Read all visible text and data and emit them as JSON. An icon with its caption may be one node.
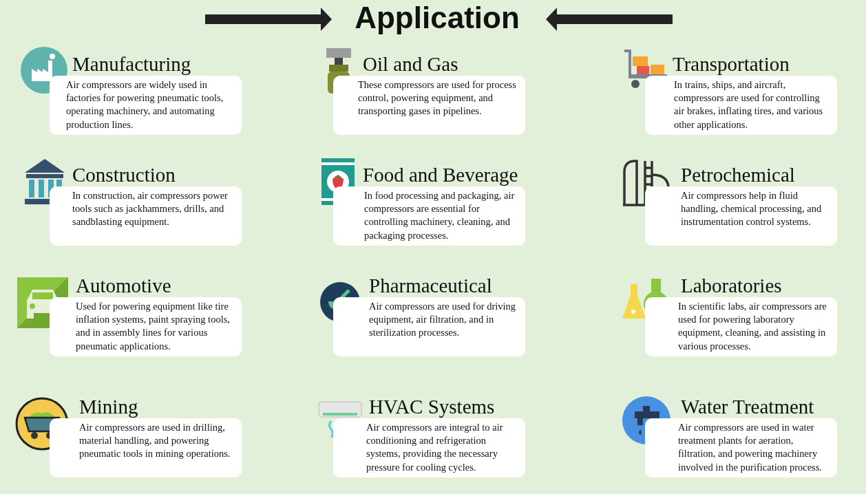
{
  "diagram": {
    "title": "Application",
    "nodes": [
      {
        "text": [
          "Manufacturing",
          "Air compressors are widely used in factories for powering pneumatic tools, operating machinery, and automating production lines."
        ]
      },
      {
        "text": [
          "Oil and Gas",
          "These compressors are used for process control, powering equipment, and transporting gases in pipelines."
        ]
      },
      {
        "text": [
          "Transportation",
          "In trains, ships, and aircraft, compressors are used for controlling air brakes, inflating tires, and various other applications."
        ]
      },
      {
        "text": [
          "Construction",
          "In construction, air compressors power tools such as jackhammers, drills, and sandblasting equipment."
        ]
      },
      {
        "text": [
          "Food and Beverage",
          "In food processing and packaging, air compressors are essential for controlling machinery, cleaning, and packaging processes."
        ]
      },
      {
        "text": [
          "Petrochemical",
          "Air compressors help in fluid handling, chemical processing, and instrumentation control systems."
        ]
      },
      {
        "text": [
          "Automotive",
          "Used for powering equipment like tire inflation systems, paint spraying tools, and in assembly lines for various pneumatic applications."
        ]
      },
      {
        "text": [
          "Pharmaceutical",
          "Air compressors are used for driving equipment, air filtration, and in sterilization processes."
        ]
      },
      {
        "text": [
          "Laboratories",
          "In scientific labs, air compressors are used for powering laboratory equipment, cleaning, and assisting in various processes."
        ]
      },
      {
        "text": [
          "Mining",
          "Air compressors are used in drilling, material handling, and powering pneumatic tools in mining operations."
        ]
      },
      {
        "text": [
          "HVAC Systems",
          "Air compressors are integral to air conditioning and refrigeration systems, providing the necessary pressure for cooling cycles."
        ]
      },
      {
        "text": [
          "Water Treatment",
          "Air compressors are used in water treatment plants for aeration, filtration, and powering machinery involved in the purification process."
        ]
      }
    ]
  }
}
